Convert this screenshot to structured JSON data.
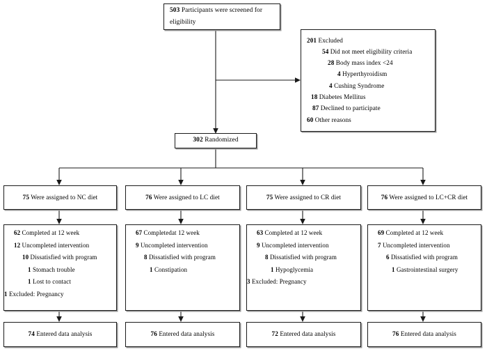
{
  "diagram": {
    "title": "CONSORT participant flow diagram",
    "background_color": "#ffffff",
    "line_color": "#1a1a1a",
    "shadow_color": "#9a9a9a"
  },
  "screened": {
    "line1_num": "503",
    "line1_txt": "Participants  were  screened for",
    "line2_txt": "eligibility"
  },
  "excluded": {
    "items": [
      {
        "num": "201",
        "txt": "Excluded"
      },
      {
        "num": "54",
        "txt": "Did not meet eligibility  criteria"
      },
      {
        "num": "28",
        "txt": "Body mass index <24"
      },
      {
        "num": "4",
        "txt": "Hyperthyroidism"
      },
      {
        "num": "4",
        "txt": "Cushing  Syndrome"
      },
      {
        "num": "18",
        "txt": "Diabetes  Mellitus"
      },
      {
        "num": "87",
        "txt": "Declined  to participate"
      },
      {
        "num": "60",
        "txt": "Other reasons"
      }
    ]
  },
  "randomized": {
    "num": "302",
    "txt": "Randomized"
  },
  "arms": [
    {
      "id": "nc",
      "assigned": {
        "num": "75",
        "txt": "Were assigned to  NC diet"
      },
      "details": [
        {
          "num": "62",
          "txt": "Completed  at 12 week",
          "indent": 1
        },
        {
          "num": "12",
          "txt": "Uncompleted  intervention",
          "indent": 1
        },
        {
          "num": "10",
          "txt": "Dissatisfied  with program",
          "indent": 2
        },
        {
          "num": "1",
          "txt": "Stomach trouble",
          "indent": 3
        },
        {
          "num": "1",
          "txt": "Lost to contact",
          "indent": 3
        },
        {
          "num": "1",
          "txt": "Excluded:  Pregnancy",
          "indent": 0
        }
      ],
      "analysis": {
        "num": "74",
        "txt": "Entered data analysis"
      }
    },
    {
      "id": "lc",
      "assigned": {
        "num": "76",
        "txt": "Were assigned to LC diet"
      },
      "details": [
        {
          "num": "67",
          "txt": "Completedat 12 week",
          "indent": 1
        },
        {
          "num": "9",
          "txt": "Uncompleted  intervention",
          "indent": 1
        },
        {
          "num": "8",
          "txt": "Dissatisfied  with program",
          "indent": 2
        },
        {
          "num": "1",
          "txt": "Constipation",
          "indent": 3
        }
      ],
      "analysis": {
        "num": "76",
        "txt": "Entered data analysis"
      }
    },
    {
      "id": "cr",
      "assigned": {
        "num": "75",
        "txt": "Were assigned to CR diet"
      },
      "details": [
        {
          "num": "63",
          "txt": "Completed at 12 week",
          "indent": 1
        },
        {
          "num": "9",
          "txt": "Uncompleted  intervention",
          "indent": 1
        },
        {
          "num": "8",
          "txt": "Dissatisfied  with program",
          "indent": 2
        },
        {
          "num": "1",
          "txt": "Hypoglycemia",
          "indent": 3
        },
        {
          "num": "3",
          "txt": "Excluded:  Pregnancy",
          "indent": 0
        }
      ],
      "analysis": {
        "num": "72",
        "txt": "Entered data analysis"
      }
    },
    {
      "id": "lccr",
      "assigned": {
        "num": "76",
        "txt": "Were assigned to LC+CR diet"
      },
      "details": [
        {
          "num": "69",
          "txt": "Completed at 12 week",
          "indent": 1
        },
        {
          "num": "7",
          "txt": "Uncompleted  intervention",
          "indent": 1
        },
        {
          "num": "6",
          "txt": "Dissatisfied  with program",
          "indent": 2
        },
        {
          "num": "1",
          "txt": "Gastrointestinal  surgery",
          "indent": 3
        }
      ],
      "analysis": {
        "num": "76",
        "txt": "Entered data analysis"
      }
    }
  ]
}
